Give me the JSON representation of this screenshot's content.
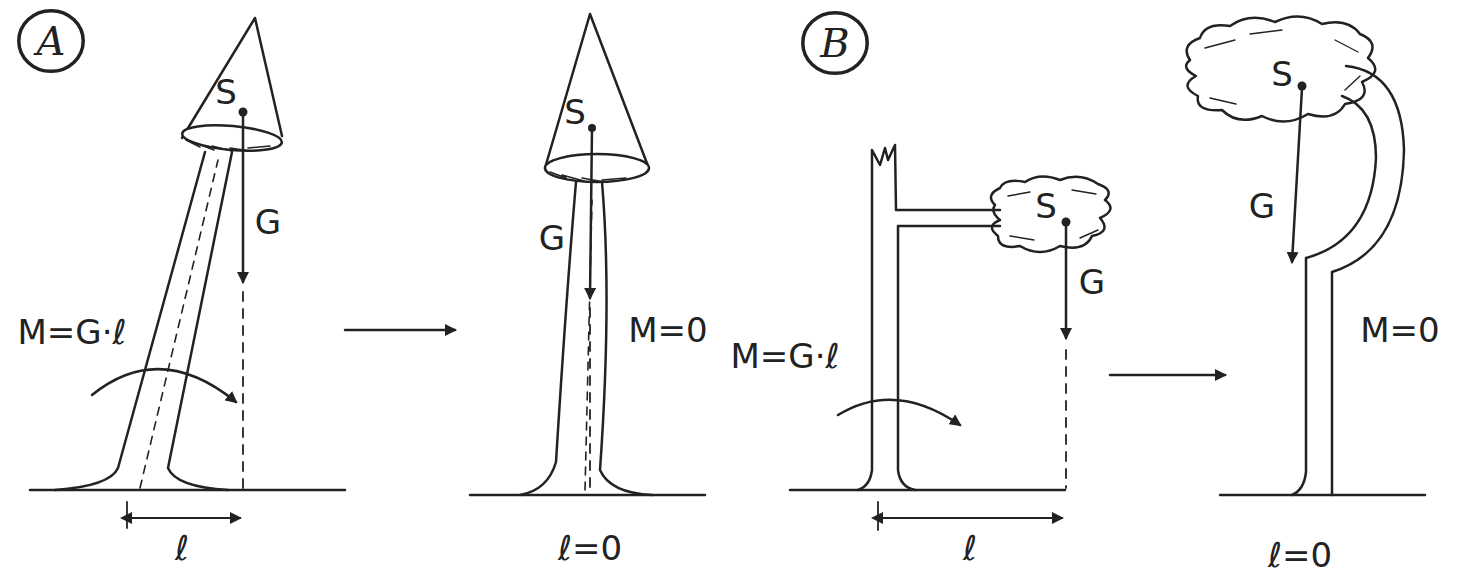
{
  "diagram": {
    "nodes": [
      {
        "text": [
          "A"
        ]
      },
      {
        "text": [
          "B"
        ]
      }
    ],
    "labels": [
      "S",
      "G",
      "M=G·ℓ",
      "ℓ",
      "S",
      "G",
      "M=0",
      "ℓ=0",
      "S",
      "G",
      "M=G·ℓ",
      "ℓ",
      "S",
      "G",
      "M=0",
      "ℓ=0"
    ]
  }
}
